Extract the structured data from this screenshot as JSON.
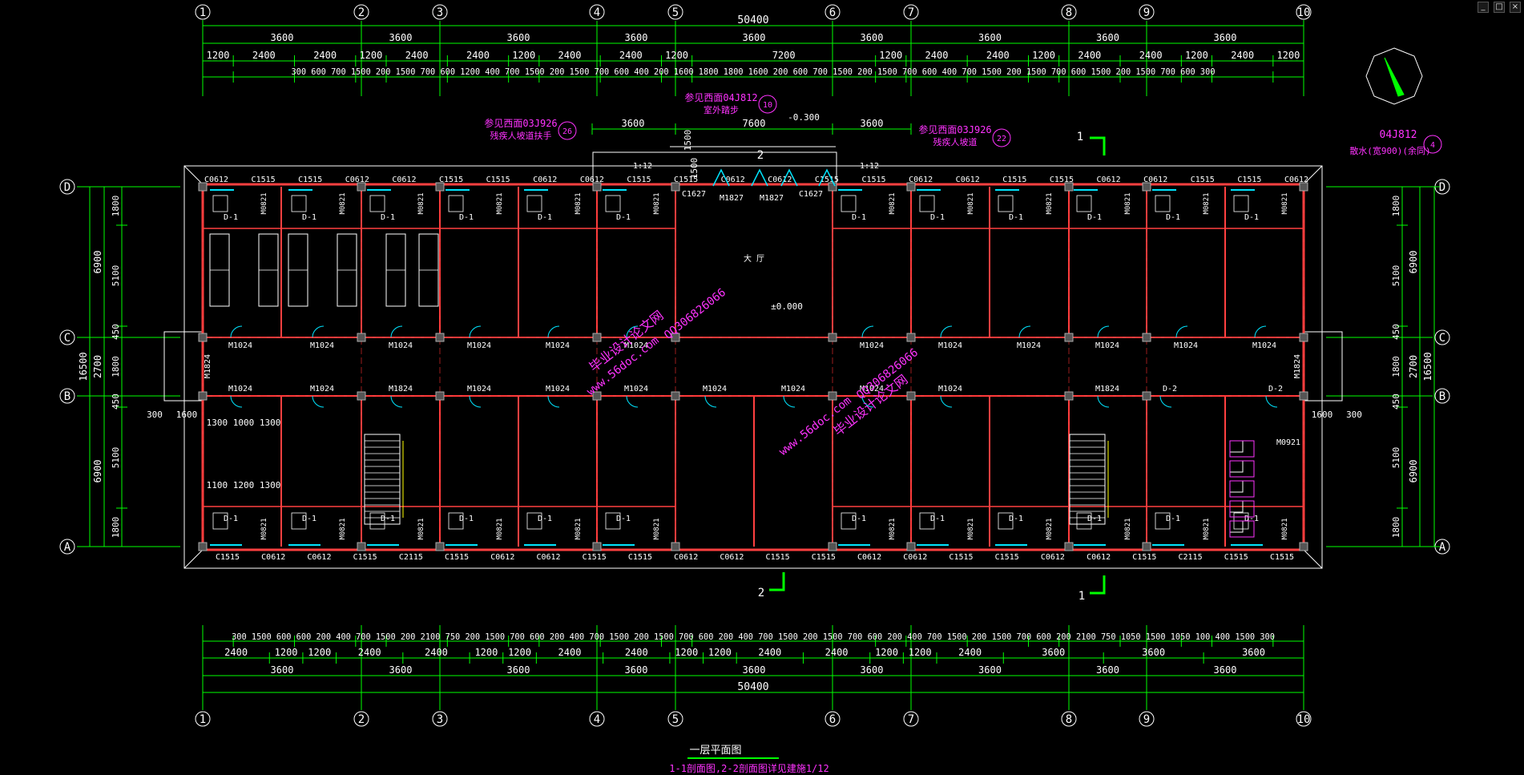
{
  "window_controls": [
    "_",
    "□",
    "×"
  ],
  "colors": {
    "bg": "#000000",
    "dim": "#00ff00",
    "wall": "#ff4040",
    "text": "#ffffff",
    "magenta": "#ff33ff",
    "cyan": "#00e5ff",
    "yellow": "#ffff00",
    "grid": "#ff3030"
  },
  "grid_x": [
    "1",
    "2",
    "3",
    "4",
    "5",
    "6",
    "7",
    "8",
    "9",
    "10"
  ],
  "grid_y": [
    "D",
    "C",
    "B",
    "A"
  ],
  "top_total": "50400",
  "bottom_total": "50400",
  "top_row1": [
    "3600",
    "3600",
    "3600",
    "3600",
    "3600",
    "3600",
    "3600",
    "3600",
    "3600"
  ],
  "top_row2": [
    "1200",
    "2400",
    "2400",
    "1200",
    "2400",
    "2400",
    "1200",
    "2400",
    "2400",
    "1200",
    "7200",
    "1200",
    "2400",
    "2400",
    "1200",
    "2400",
    "2400",
    "1200",
    "2400",
    "1200"
  ],
  "top_row3": "300 600 700 1500 200 1500 700 600 1200 400 700 1500 200 1500 700 600 400 200 1600 1800 1800 1600 200 600 700 1500 200 1500 700 600 400 700 1500 200 1500 700 600 1500 200 1500 700 600 300",
  "bottom_row1": "300 1500 600 600 200 400 700 1500 200 2100 750 200 1500 700 600 200 400 700 1500 200 1500 700 600 200 400 700 1500 200 1500 700 600 200 400 700 1500 200 1500 700 600 200 2100 750 1050 1500 1050 100 400 1500 300",
  "bottom_row2": [
    "2400",
    "1200",
    "1200",
    "2400",
    "2400",
    "1200",
    "1200",
    "2400",
    "2400",
    "1200",
    "1200",
    "2400",
    "2400",
    "1200",
    "1200",
    "2400",
    "3600",
    "3600",
    "3600"
  ],
  "bottom_row3": [
    "3600",
    "3600",
    "3600",
    "3600",
    "3600",
    "3600",
    "3600",
    "3600",
    "3600"
  ],
  "left_dims": {
    "outer": "16500",
    "d1": "6900",
    "d2": "6900",
    "mid": "2700",
    "a1": "1800",
    "a2": "5100",
    "a3": "450",
    "a4": "1800",
    "a5": "450",
    "a6": "5100",
    "a7": "1800"
  },
  "right_dims": {
    "outer": "16500",
    "d1": "6900",
    "d2": "6900",
    "mid": "2700",
    "a1": "1800",
    "a2": "5100",
    "a3": "450",
    "a4": "1800",
    "a5": "450",
    "a6": "5100",
    "a7": "1800"
  },
  "annotations": {
    "ref1": "参见西面04J812",
    "ref1b": "室外踏步",
    "ref1_tag": "10",
    "ref2": "参见西面03J926",
    "ref2b": "残疾人坡道扶手",
    "ref2_tag": "26",
    "ref3": "参见西面03J926",
    "ref3b": "残疾人坡道",
    "ref3_tag": "22",
    "ref4": "04J812",
    "ref4b": "散水(宽900)(余同)",
    "ref4_tag": "4",
    "ramp_left": "1:12",
    "ramp_right": "1:12",
    "lobby_3600a": "3600",
    "lobby_7600": "7600",
    "lobby_3600b": "3600",
    "step": "-0.300",
    "lobby_1500": "1500",
    "lobby_1500b": "1500",
    "lobby_label": "大 厅",
    "level": "±0.000",
    "section_1": "1",
    "section_2": "2",
    "left_300": "300",
    "left_1600": "1600",
    "left_1300": "1300 1000 1300",
    "left_1100": "1100 1200 1300",
    "right_1600": "1600",
    "right_300": "300"
  },
  "top_windows": [
    "C0612",
    "C1515",
    "C1515",
    "C0612",
    "C0612",
    "C1515",
    "C1515",
    "C0612",
    "C0612",
    "C1515",
    "C1515",
    "C0612",
    "C0612",
    "C1515",
    "C1515",
    "C0612",
    "C0612",
    "C1515",
    "C1515",
    "C0612",
    "C0612",
    "C1515",
    "C1515",
    "C0612"
  ],
  "lobby_doors": [
    "C1627",
    "M1827",
    "M1827",
    "C1627"
  ],
  "upper_doors": [
    "M1024",
    "M1024",
    "M1024",
    "M1024",
    "M1024",
    "M1024",
    "M1024",
    "M1024",
    "M1024",
    "M1024",
    "M1024",
    "M1024"
  ],
  "lower_doors": [
    "M1024",
    "M1024",
    "M1824",
    "M1024",
    "M1024",
    "M1024",
    "M1024",
    "M1024",
    "M1024",
    "M1024",
    "M1824",
    "D-2",
    "D-2"
  ],
  "side_doors": [
    "M1824",
    "M1824"
  ],
  "bottom_windows": [
    "C1515",
    "C0612",
    "C0612",
    "C1515",
    "C2115",
    "C1515",
    "C0612",
    "C0612",
    "C1515",
    "C1515",
    "C0612",
    "C0612",
    "C1515",
    "C1515",
    "C0612",
    "C0612",
    "C1515",
    "C1515",
    "C0612",
    "C0612",
    "C1515",
    "C2115",
    "C1515",
    "C1515"
  ],
  "room_tag": "D-1",
  "toilet_door": "M0821",
  "bath_door": "M0921",
  "watermark1": "毕业设计论文网",
  "watermark2": "www.56doc.com",
  "watermark3": "QQ306826066",
  "title": "一层平面图",
  "subtitle": "1-1剖面图,2-2剖面图详见建施1/12"
}
